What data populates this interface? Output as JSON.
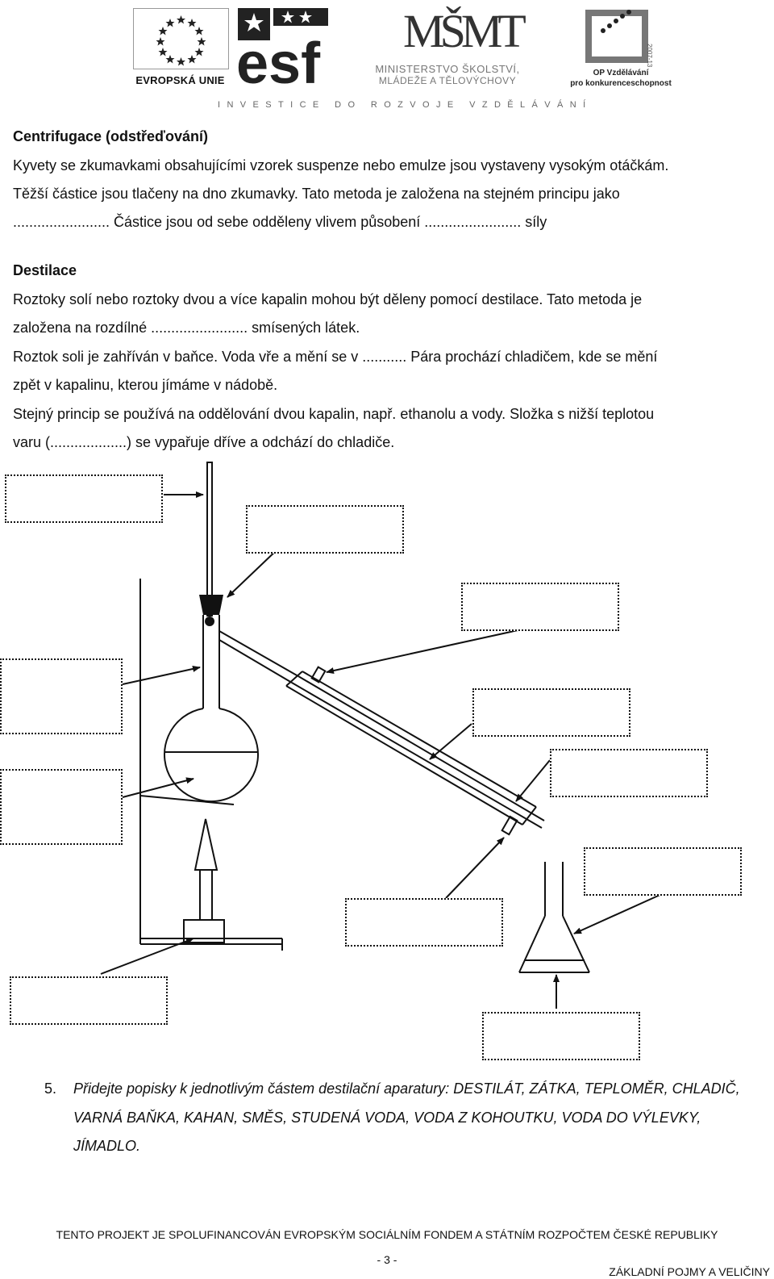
{
  "header": {
    "eu_label": "EVROPSKÁ UNIE",
    "esf_label": "esf",
    "msmt_label": "MŠMT",
    "msmt_line1": "MINISTERSTVO ŠKOLSTVÍ,",
    "msmt_line2": "MLÁDEŽE A TĚLOVÝCHOVY",
    "op_line1": "OP Vzdělávání",
    "op_line2": "pro konkurenceschopnost",
    "op_years": "2007-13",
    "tagline": "INVESTICE DO ROZVOJE VZDĚLÁVÁNÍ"
  },
  "centrifugation": {
    "title": "Centrifugace (odstřeďování)",
    "line1": "Kyvety se zkumavkami obsahujícími vzorek suspenze nebo emulze jsou vystaveny vysokým otáčkám.",
    "line2": "Těžší částice jsou tlačeny na dno zkumavky. Tato metoda je založena na stejném principu jako",
    "line3": "........................ Částice jsou od sebe odděleny vlivem působení ........................ síly"
  },
  "distillation": {
    "title": "Destilace",
    "line1": "Roztoky solí nebo roztoky dvou a více kapalin mohou být děleny pomocí destilace. Tato metoda je",
    "line2": "založena na rozdílné ........................ smísených látek.",
    "line3": "Roztok soli je zahříván v baňce. Voda vře a mění se v ........... Pára prochází chladičem, kde se mění",
    "line4": "zpět v kapalinu, kterou jímáme v nádobě.",
    "line5": "Stejný princip se používá na oddělování dvou kapalin, např. ethanolu a vody. Složka s nižší teplotou",
    "line6": "varu (...................) se vypařuje dříve a odchází do chladiče."
  },
  "task": {
    "number": "5.",
    "text": "Přidejte popisky k jednotlivým částem destilační aparatury: DESTILÁT, ZÁTKA, TEPLOMĚR, CHLADIČ, VARNÁ BAŇKA, KAHAN, SMĚS, STUDENÁ VODA, VODA Z KOHOUTKU, VODA DO VÝLEVKY, JÍMADLO."
  },
  "footer": {
    "funding": "TENTO PROJEKT JE SPOLUFINANCOVÁN EVROPSKÝM SOCIÁLNÍM FONDEM A STÁTNÍM ROZPOČTEM ČESKÉ REPUBLIKY",
    "page": "- 3 -",
    "section": "ZÁKLADNÍ POJMY A VELIČINY"
  }
}
